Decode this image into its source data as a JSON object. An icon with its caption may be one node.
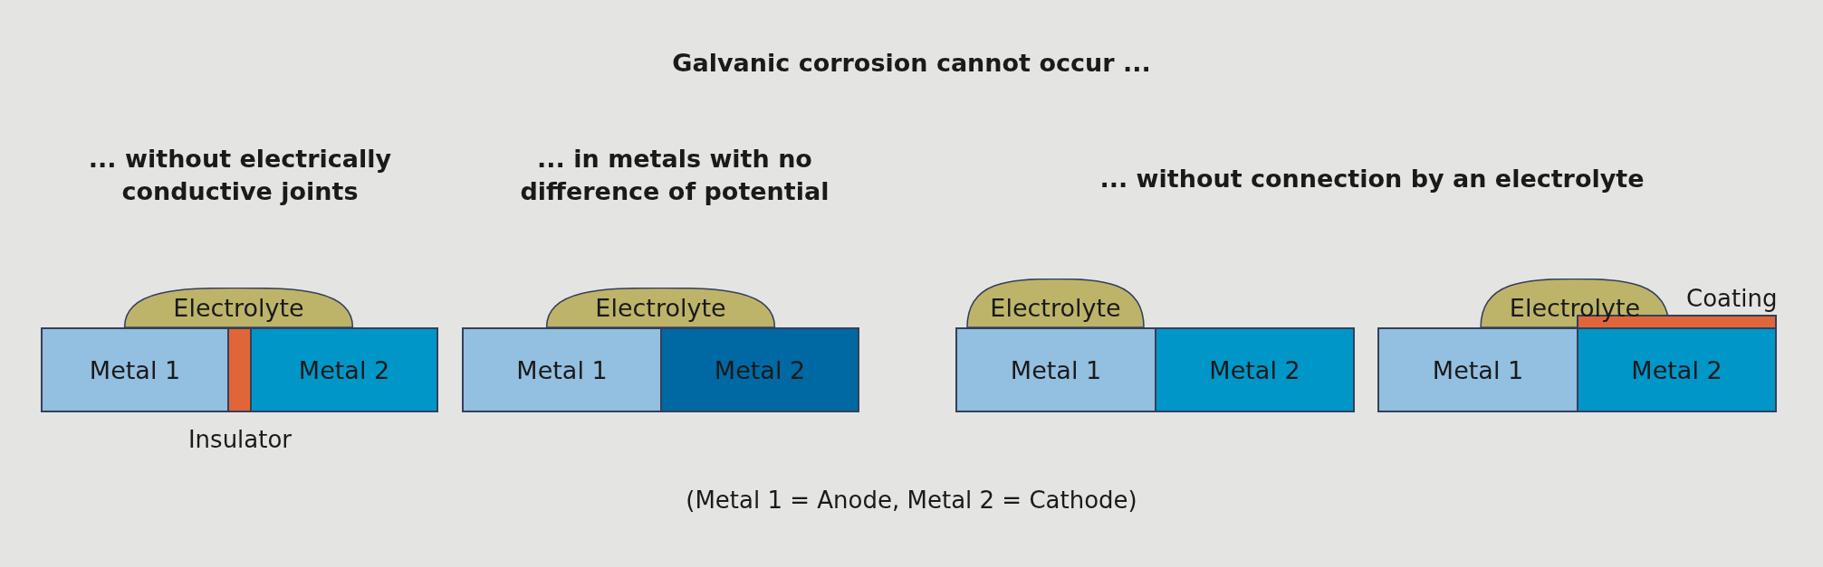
{
  "diagram": {
    "title": "Galvanic corrosion cannot occur ...",
    "caption": "(Metal 1 = Anode, Metal 2 = Cathode)",
    "nodes": [
      {
        "text": [
          "Electrolyte"
        ]
      },
      {
        "text": [
          "Metal 1"
        ]
      },
      {
        "text": [],
        "shape": "bar",
        "beside": [
          "Insulator"
        ]
      },
      {
        "text": [
          "Metal 2"
        ]
      },
      {
        "text": [
          "Electrolyte"
        ]
      },
      {
        "text": [
          "Metal 1"
        ]
      },
      {
        "text": [
          "Metal 2"
        ]
      },
      {
        "text": [
          "Electrolyte"
        ]
      },
      {
        "text": [
          "Metal 1"
        ]
      },
      {
        "text": [
          "Metal 2"
        ]
      },
      {
        "text": [
          "Electrolyte"
        ]
      },
      {
        "text": [],
        "shape": "bar",
        "beside": [
          "Coating"
        ]
      },
      {
        "text": [
          "Metal 1"
        ]
      },
      {
        "text": [
          "Metal 2"
        ]
      }
    ],
    "labels": [
      "... without electrically conductive joints",
      "... in metals with no difference of potential",
      "... without connection by an electrolyte"
    ]
  }
}
